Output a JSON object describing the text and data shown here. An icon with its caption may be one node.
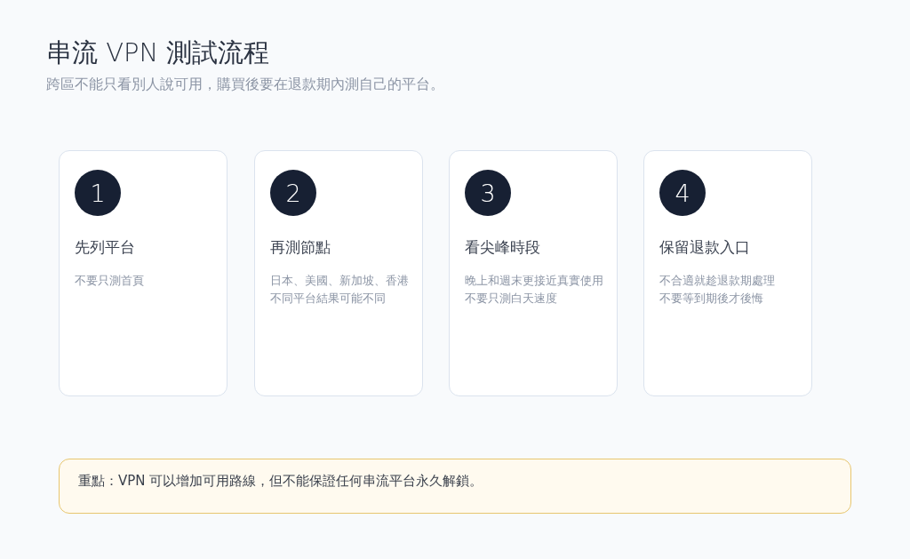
{
  "diagram": {
    "title": "串流 VPN 測試流程",
    "nodes": [
      {
        "text": [
          "先列平台",
          "不要只測首頁"
        ]
      },
      {
        "text": [
          "1"
        ],
        "in": 0
      },
      {
        "text": [
          "再測節點",
          "日本、美國、新加坡、香港",
          "不同平台結果可能不同"
        ]
      },
      {
        "text": [
          "2"
        ],
        "in": 2
      },
      {
        "text": [
          "看尖峰時段",
          "晚上和週末更接近真實使用",
          "不要只測白天速度"
        ]
      },
      {
        "text": [
          "3"
        ],
        "in": 4
      },
      {
        "text": [
          "保留退款入口",
          "不合適就趁退款期處理",
          "不要等到期後才後悔"
        ]
      },
      {
        "text": [
          "4"
        ],
        "in": 6
      },
      {
        "text": [
          "重點：VPN 可以增加可用路線，但不能保證任何串流平台永久解鎖。"
        ]
      }
    ],
    "labels": [
      "跨區不能只看別人說可用，購買後要在退款期內測自己的平台。"
    ]
  }
}
